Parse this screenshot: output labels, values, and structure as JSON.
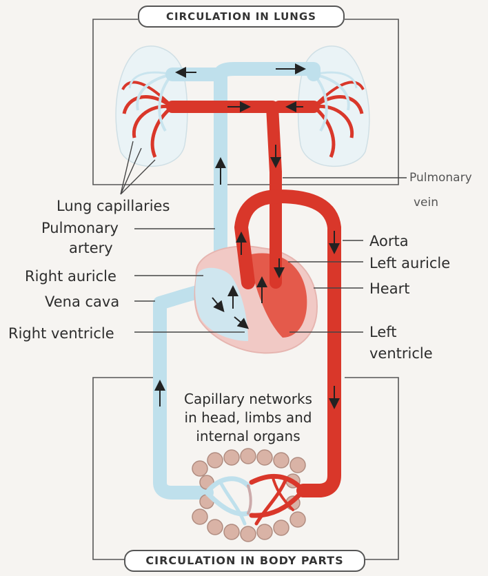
{
  "titles": {
    "top": "CIRCULATION IN LUNGS",
    "bottom": "CIRCULATION IN BODY PARTS"
  },
  "labels": {
    "lung_capillaries": "Lung capillaries",
    "pulmonary_artery_1": "Pulmonary",
    "pulmonary_artery_2": "artery",
    "right_auricle": "Right auricle",
    "vena_cava": "Vena cava",
    "right_ventricle": "Right ventricle",
    "pulmonary_vein_1": "Pulmonary",
    "pulmonary_vein_2": "vein",
    "aorta": "Aorta",
    "left_auricle": "Left auricle",
    "heart": "Heart",
    "left_ventricle_1": "Left",
    "left_ventricle_2": "ventricle"
  },
  "body_caption": {
    "line1": "Capillary networks",
    "line2": "in head, limbs and",
    "line3": "internal organs"
  },
  "colors": {
    "oxygenated": "#d9372a",
    "deoxygenated": "#bfe0ec",
    "leader_line": "#444444"
  }
}
